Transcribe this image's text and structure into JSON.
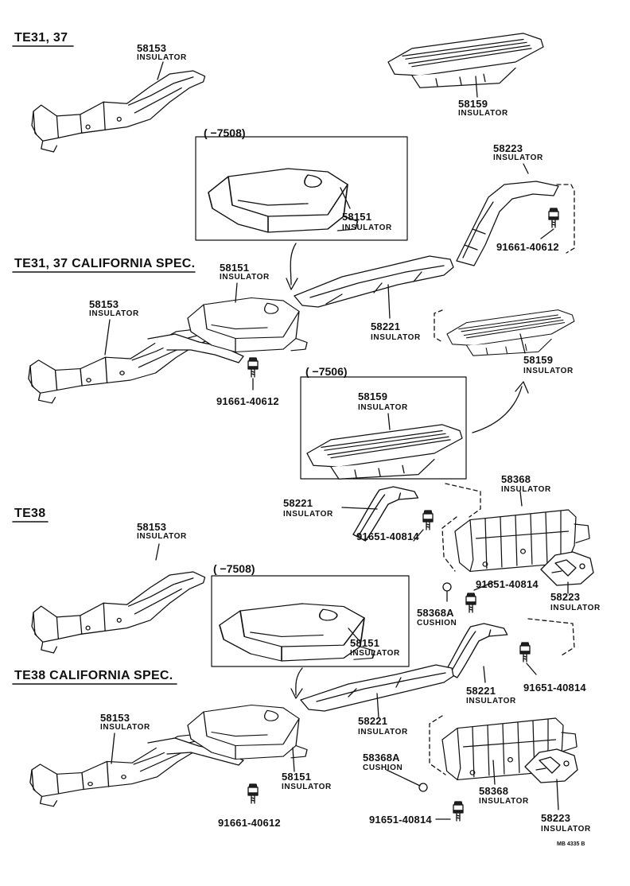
{
  "sections": {
    "s1": "TE31, 37",
    "s2": "TE31, 37 CALIFORNIA SPEC.",
    "s3": "TE38",
    "s4": "TE38 CALIFORNIA SPEC."
  },
  "boxes": {
    "b1": "(      −7508)",
    "b2": "(      −7506)",
    "b3": "(      −7508)"
  },
  "callouts": {
    "c01": {
      "num": "58153",
      "label": "INSULATOR"
    },
    "c02": {
      "num": "58159",
      "label": "INSULATOR"
    },
    "c03": {
      "num": "58151",
      "label": "INSULATOR"
    },
    "c04": {
      "num": "58223",
      "label": "INSULATOR"
    },
    "c05": {
      "num": "91661-40612"
    },
    "c06": {
      "num": "58151",
      "label": "INSULATOR"
    },
    "c07": {
      "num": "58153",
      "label": "INSULATOR"
    },
    "c08": {
      "num": "58221",
      "label": "INSULATOR"
    },
    "c09": {
      "num": "58159",
      "label": "INSULATOR"
    },
    "c10": {
      "num": "91661-40612"
    },
    "c11": {
      "num": "58159",
      "label": "INSULATOR"
    },
    "c12": {
      "num": "58368",
      "label": "INSULATOR"
    },
    "c13": {
      "num": "58221",
      "label": "INSULATOR"
    },
    "c14": {
      "num": "58153",
      "label": "INSULATOR"
    },
    "c15": {
      "num": "91651-40814"
    },
    "c16": {
      "num": "91651-40814"
    },
    "c17": {
      "num": "58223",
      "label": "INSULATOR"
    },
    "c18": {
      "num": "58368A",
      "label": "CUSHION"
    },
    "c19": {
      "num": "58151",
      "label": "INSULATOR"
    },
    "c20": {
      "num": "58221",
      "label": "INSULATOR"
    },
    "c21": {
      "num": "91651-40814"
    },
    "c22": {
      "num": "58153",
      "label": "INSULATOR"
    },
    "c23": {
      "num": "58221",
      "label": "INSULATOR"
    },
    "c24": {
      "num": "58368A",
      "label": "CUSHION"
    },
    "c25": {
      "num": "58151",
      "label": "INSULATOR"
    },
    "c26": {
      "num": "58368",
      "label": "INSULATOR"
    },
    "c27": {
      "num": "91661-40612"
    },
    "c28": {
      "num": "91651-40814"
    },
    "c29": {
      "num": "58223",
      "label": "INSULATOR"
    }
  },
  "footer": {
    "code": "MB 4335 B"
  }
}
